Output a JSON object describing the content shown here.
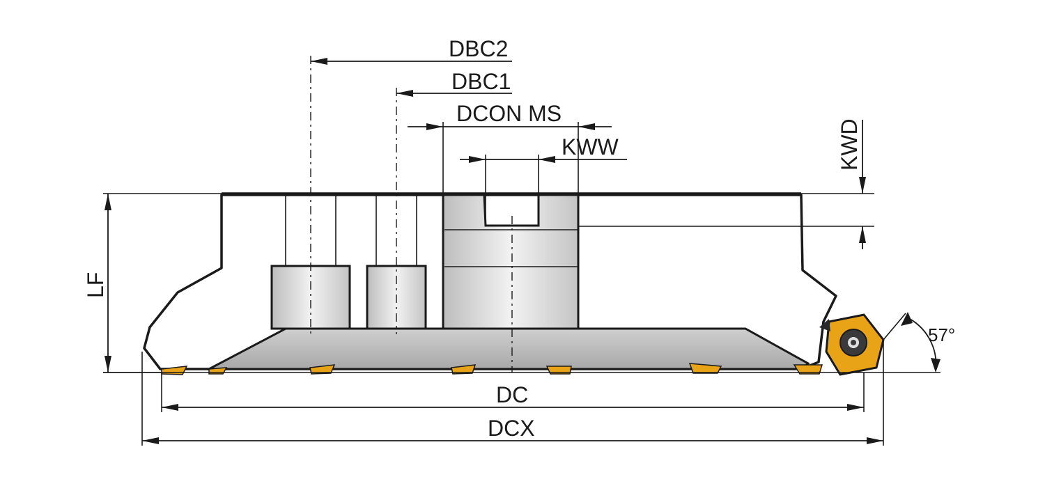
{
  "labels": {
    "dbc2": "DBC2",
    "dbc1": "DBC1",
    "dcon_ms": "DCON MS",
    "kww": "KWW",
    "kwd": "KWD",
    "lf": "LF",
    "dc": "DC",
    "dcx": "DCX",
    "angle": "57°"
  },
  "colors": {
    "body_fill": "#d9d9d9",
    "bore_fill": "#e4e4e4",
    "insert_orange": "#e8a317",
    "line": "#1a1a1a",
    "hatch": "#555555"
  },
  "icons": {
    "insert_screw": "torx-screw-icon"
  }
}
